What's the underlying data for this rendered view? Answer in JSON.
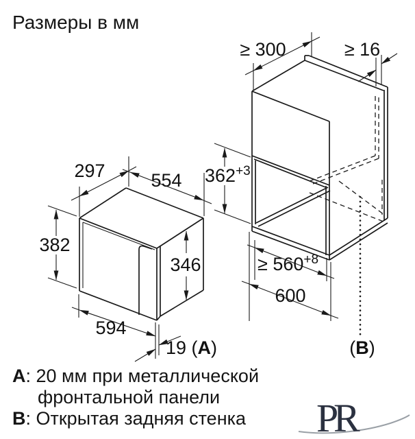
{
  "title": "Размеры в мм",
  "microwave": {
    "depth": "297",
    "width": "554",
    "height": "382",
    "front_height": "346",
    "front_width": "594",
    "front_panel_depth": "19",
    "ref_open": " (",
    "ref_letter": "A",
    "ref_close": ")"
  },
  "cabinet": {
    "top_depth": "≥ 300",
    "side_thickness": "≥ 16",
    "niche_height": "362",
    "niche_height_tol": "+3",
    "niche_width": "≥ 560",
    "niche_width_tol": "+8",
    "width": "600",
    "ref_open": "(",
    "ref_letter": "B",
    "ref_close": ")"
  },
  "notes": {
    "a_label": "A",
    "a_text": ": 20 мм при металлической",
    "a_text_line2": "фронтальной панели",
    "b_label": "B",
    "b_text": ": Открытая задняя стенка"
  },
  "logo": {
    "letter_p": "P",
    "letter_r": "R"
  },
  "colors": {
    "line": "#1a1a1a",
    "background": "#ffffff",
    "logo_navy": "#2b3140",
    "logo_gray": "#9aa0a6"
  }
}
